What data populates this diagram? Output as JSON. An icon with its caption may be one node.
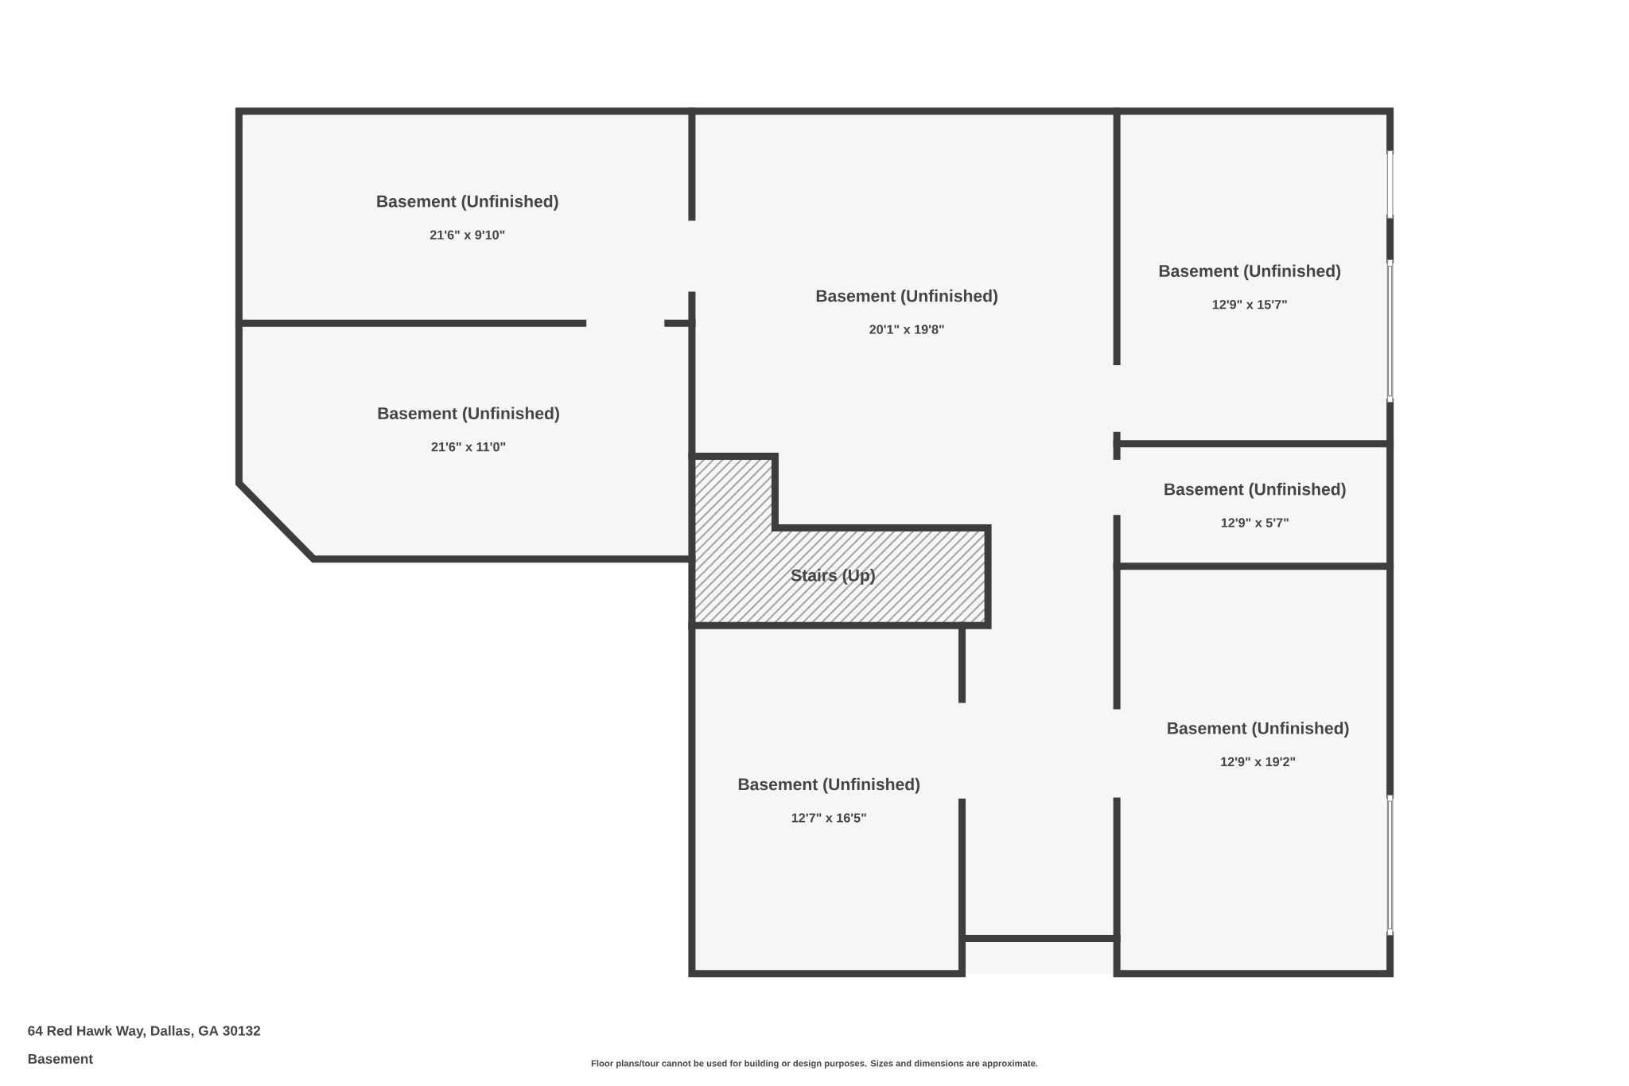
{
  "diagram": {
    "nodes": [
      {
        "text": [
          "Basement (Unfinished)",
          "21'6\" x 9'10\""
        ]
      },
      {
        "text": [
          "Basement (Unfinished)",
          "21'6\" x 11'0\""
        ]
      },
      {
        "text": [
          "Basement (Unfinished)",
          "20'1\" x 19'8\""
        ]
      },
      {
        "text": [
          "Basement (Unfinished)",
          "12'9\" x 15'7\""
        ]
      },
      {
        "text": [
          "Basement (Unfinished)",
          "12'9\" x 5'7\""
        ]
      },
      {
        "text": [
          "Stairs (Up)"
        ]
      },
      {
        "text": [
          "Basement (Unfinished)",
          "12'7\" x 16'5\""
        ]
      },
      {
        "text": [
          "Basement (Unfinished)",
          "12'9\" x 19'2\""
        ]
      }
    ],
    "labels": [
      "64 Red Hawk Way, Dallas, GA 30132",
      "Basement",
      "Floor plans/tour cannot be used for building or design purposes. Sizes and dimensions are approximate."
    ]
  }
}
